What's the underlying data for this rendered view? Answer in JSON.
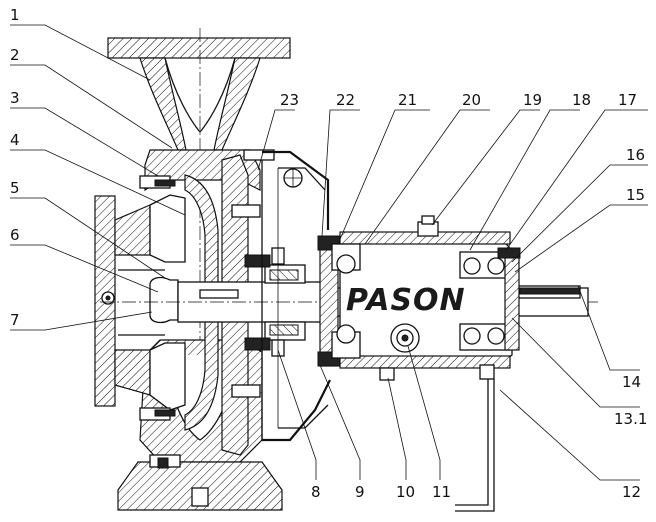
{
  "diagram": {
    "logo_text": "PASON",
    "labels": [
      "1",
      "2",
      "3",
      "4",
      "5",
      "6",
      "7",
      "8",
      "9",
      "10",
      "11",
      "12",
      "13.1",
      "14",
      "15",
      "16",
      "17",
      "18",
      "19",
      "20",
      "21",
      "22",
      "23"
    ]
  }
}
